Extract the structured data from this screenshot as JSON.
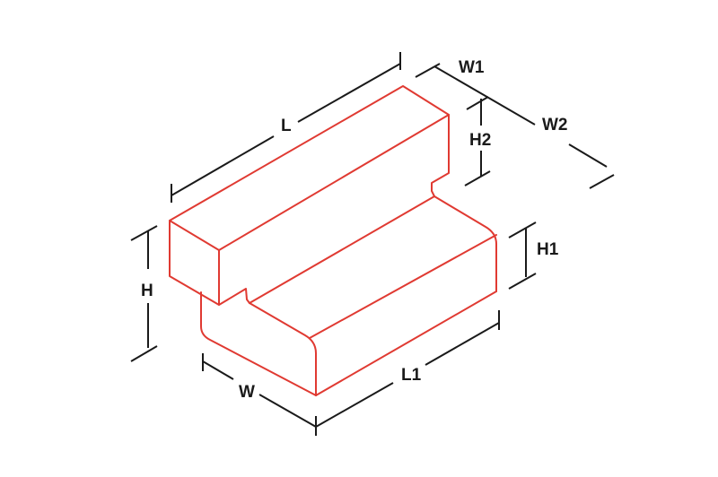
{
  "diagram": {
    "type": "isometric-dimension-drawing",
    "subject": "stepped block",
    "colors": {
      "outline": "#e03a32",
      "dimension_lines": "#1a1a1a",
      "background": "#ffffff"
    },
    "labels": {
      "L": "L",
      "W1": "W1",
      "W2": "W2",
      "H2": "H2",
      "H": "H",
      "H1": "H1",
      "W": "W",
      "L1": "L1"
    }
  }
}
